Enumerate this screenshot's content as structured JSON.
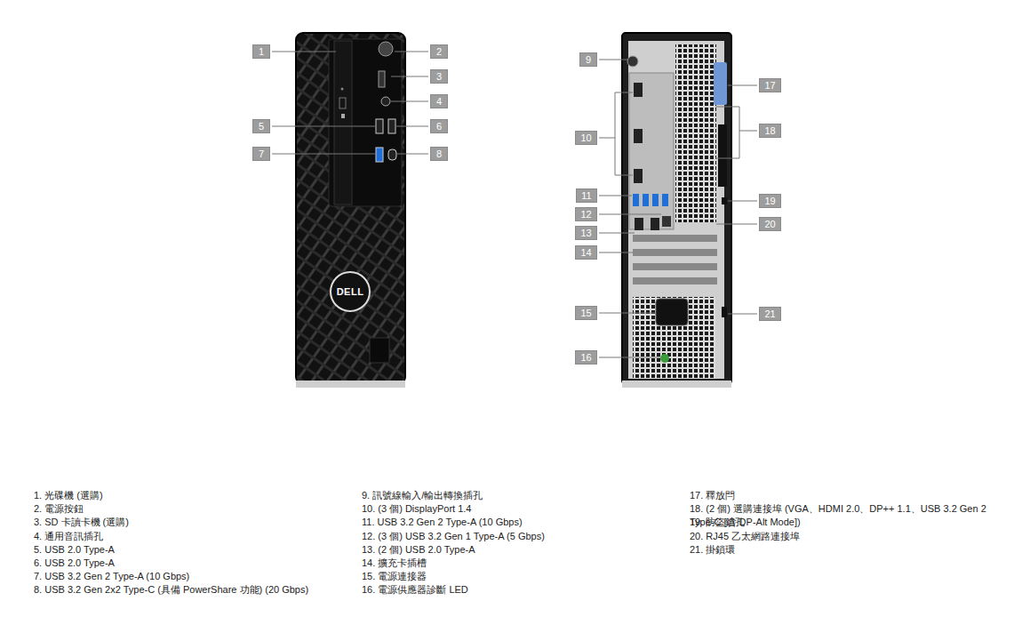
{
  "diagram": {
    "nodes": [
      {
        "text": [
          "1"
        ]
      },
      {
        "text": [
          "2"
        ]
      },
      {
        "text": [
          "3"
        ]
      },
      {
        "text": [
          "4"
        ]
      },
      {
        "text": [
          "5"
        ]
      },
      {
        "text": [
          "6"
        ]
      },
      {
        "text": [
          "7"
        ]
      },
      {
        "text": [
          "8"
        ]
      },
      {
        "text": [
          "9"
        ]
      },
      {
        "text": [
          "10"
        ]
      },
      {
        "text": [
          "17"
        ]
      },
      {
        "text": [
          "18"
        ]
      },
      {
        "text": [
          "11"
        ]
      },
      {
        "text": [
          "19"
        ]
      },
      {
        "text": [
          "12"
        ]
      },
      {
        "text": [
          "20"
        ]
      },
      {
        "text": [
          "13"
        ]
      },
      {
        "text": [
          "14"
        ]
      },
      {
        "text": [
          "15"
        ]
      },
      {
        "text": [
          "21"
        ]
      },
      {
        "text": [
          "16"
        ]
      }
    ],
    "labels": [
      "DELL",
      "1. 光碟機 (選購)",
      "2. 電源按鈕",
      "3. SD 卡讀卡機 (選購)",
      "4. 通用音訊插孔",
      "5. USB 2.0 Type-A",
      "6. USB 2.0 Type-A",
      "7. USB 3.2 Gen 2 Type-A (10 Gbps)",
      "8. USB 3.2 Gen 2x2 Type-C (具備 PowerShare 功能) (20 Gbps)",
      "9. 訊號線輸入/輸出轉換插孔",
      "10. (3 個) DisplayPort 1.4",
      "11. USB 3.2 Gen 2 Type-A (10 Gbps)",
      "12. (3 個) USB 3.2 Gen 1 Type-A (5 Gbps)",
      "13. (2 個) USB 2.0 Type-A",
      "14. 擴充卡插槽",
      "15. 電源連接器",
      "16. 電源供應器診斷 LED",
      "17. 釋放閂",
      "18. (2 個) 選購連接埠 (VGA、HDMI 2.0、DP++ 1.1、USB 3.2 Gen 2 Type-C [含 DP-Alt Mode])",
      "19. 防盜鎖孔",
      "20. RJ45 乙太網路連接埠",
      "21. 掛鎖環"
    ]
  }
}
